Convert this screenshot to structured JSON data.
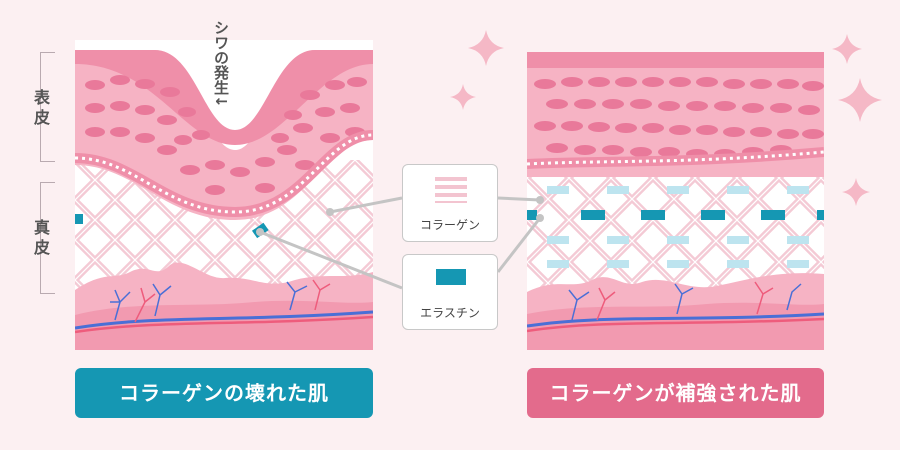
{
  "labels": {
    "epidermis": "表皮",
    "dermis": "真皮",
    "wrinkle": "シワの発生",
    "wrinkle_arrow": "↓",
    "collagen": "コラーゲン",
    "elastin": "エラスチン"
  },
  "captions": {
    "left": "コラーゲンの壊れた肌",
    "right": "コラーゲンが補強された肌"
  },
  "colors": {
    "background": "#fcf0f2",
    "skin_pink": "#f4a3b9",
    "cell_pink": "#e9799a",
    "collagen_fiber": "#f3c4d0",
    "elastin": "#1597b3",
    "elastin_light": "#bde4ef",
    "caption_left": "#1597b3",
    "caption_right": "#e36b8c",
    "sparkle": "#f5b8c6",
    "vein_blue": "#4a6fd6",
    "vein_red": "#ee5c7c"
  },
  "icons": {
    "collagen_swatch": "collagen-stripes-icon",
    "elastin_swatch": "elastin-block-icon",
    "sparkle": "sparkle-icon"
  }
}
